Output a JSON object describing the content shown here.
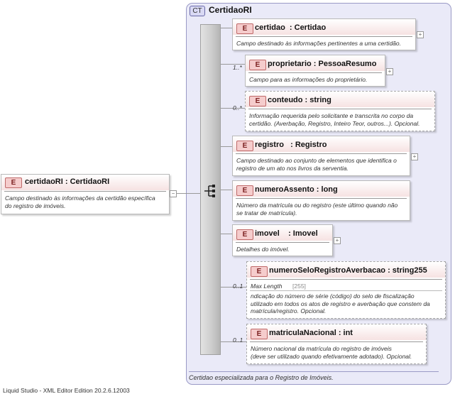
{
  "root": {
    "badge": "E",
    "title": "certidaoRI : CertidaoRI",
    "desc_line1": "Campo destinado às informações da certidão específica",
    "desc_line2": "do registro de imóveis.",
    "toggle": "−"
  },
  "complex_type": {
    "badge": "CT",
    "title": "CertidaoRI",
    "description": "Certidao especializada para o Registro de Imóveis."
  },
  "elements": [
    {
      "badge": "E",
      "title": "certidao  : Certidao",
      "cardinality": "",
      "toggle": "+",
      "lines": [
        "Campo destinado às informações pertinentes a uma certidão."
      ]
    },
    {
      "badge": "E",
      "title": "proprietario : PessoaResumo",
      "cardinality": "1..*",
      "toggle": "+",
      "lines": [
        "Campo para as informações do proprietário."
      ]
    },
    {
      "badge": "E",
      "title": "conteudo : string",
      "cardinality": "0..*",
      "toggle": "",
      "lines": [
        "Informação requerida pelo solicitante e transcrita no corpo da",
        "certidão. (Averbação, Registro, Inteiro Teor, outros...). Opcional."
      ]
    },
    {
      "badge": "E",
      "title": "registro   : Registro",
      "cardinality": "",
      "toggle": "+",
      "lines": [
        "Campo destinado ao conjunto de elementos que identifica o",
        "registro de um ato nos livros da serventia."
      ]
    },
    {
      "badge": "E",
      "title": "numeroAssento : long",
      "cardinality": "",
      "toggle": "",
      "lines": [
        "Número da matrícula ou do registro (este último quando não",
        "se tratar de matrícula)."
      ]
    },
    {
      "badge": "E",
      "title": "imovel    : Imovel",
      "cardinality": "",
      "toggle": "+",
      "lines": [
        "Detalhes do imóvel."
      ]
    },
    {
      "badge": "E",
      "title": "numeroSeloRegistroAverbacao : string255",
      "cardinality": "0..1",
      "toggle": "",
      "facet_label": "Max Length",
      "facet_value": "[255]",
      "lines": [
        "ndicação do número de série (código) do selo de fiscalização",
        "utilizado em todos os atos de registro e averbação que constem da",
        "matrícula/registro. Opcional."
      ]
    },
    {
      "badge": "E",
      "title": "matriculaNacional : int",
      "cardinality": "0..1",
      "toggle": "",
      "lines": [
        "Número nacional da matrícula do registro de imóveis",
        "(deve ser utilizado quando efetivamente adotado). Opcional."
      ]
    }
  ],
  "footer": "Liquid Studio - XML Editor Edition 20.2.6.12003"
}
